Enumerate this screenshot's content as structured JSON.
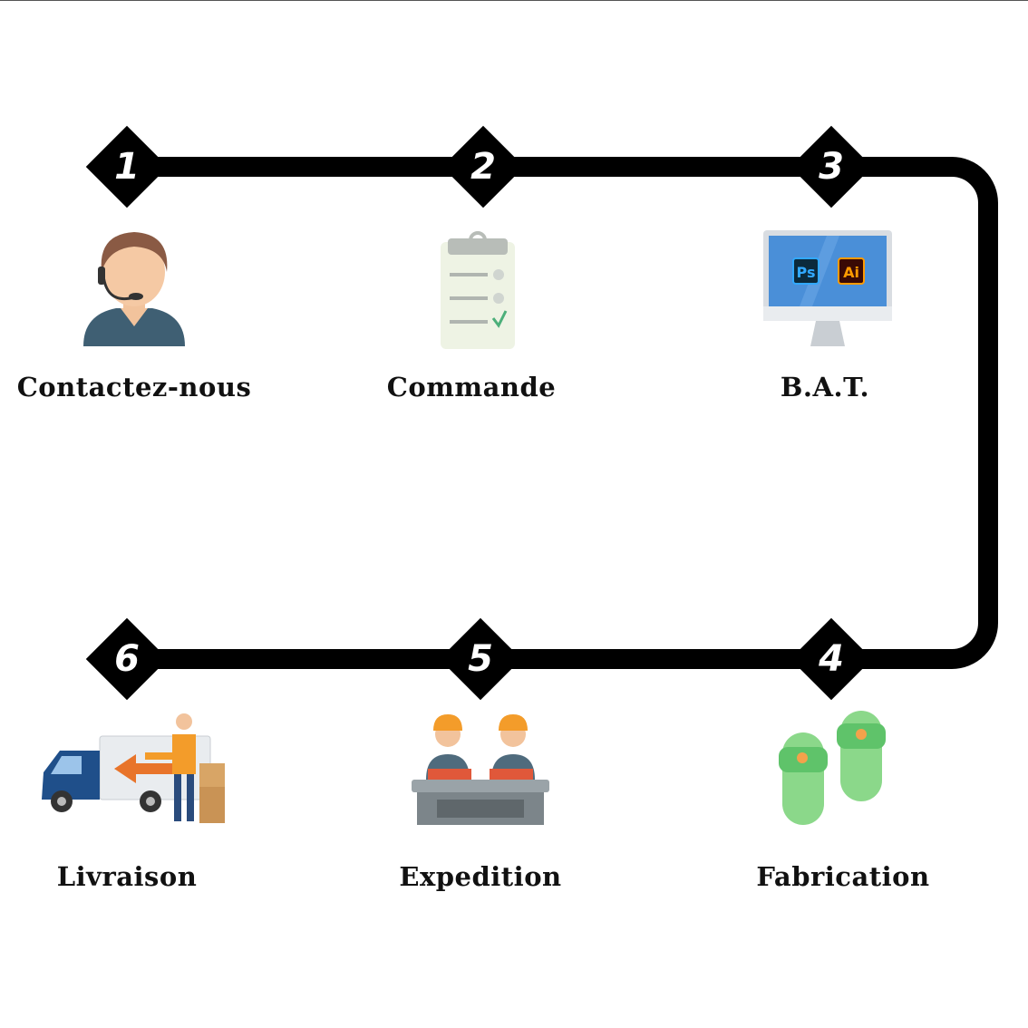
{
  "steps": [
    {
      "number": "1",
      "label": "Contactez-nous",
      "icon": "customer-service-icon"
    },
    {
      "number": "2",
      "label": "Commande",
      "icon": "clipboard-icon"
    },
    {
      "number": "3",
      "label": "B.A.T.",
      "icon": "monitor-icon"
    },
    {
      "number": "4",
      "label": "Fabrication",
      "icon": "slippers-icon"
    },
    {
      "number": "5",
      "label": "Expedition",
      "icon": "workers-icon"
    },
    {
      "number": "6",
      "label": "Livraison",
      "icon": "delivery-truck-icon"
    }
  ],
  "monitor_apps": [
    "Ps",
    "Ai"
  ],
  "colors": {
    "track": "#000000",
    "diamond": "#000000",
    "number": "#ffffff"
  }
}
